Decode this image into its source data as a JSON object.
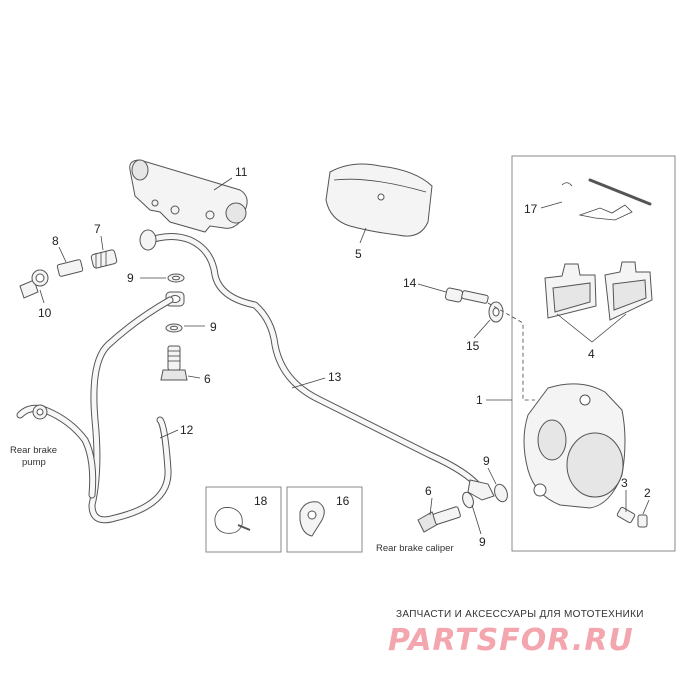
{
  "labels": {
    "n1": "1",
    "n2": "2",
    "n3": "3",
    "n4": "4",
    "n5": "5",
    "n6a": "6",
    "n6b": "6",
    "n7": "7",
    "n8": "8",
    "n9a": "9",
    "n9b": "9",
    "n9c": "9",
    "n9d": "9",
    "n10": "10",
    "n11": "11",
    "n12": "12",
    "n13": "13",
    "n14": "14",
    "n15": "15",
    "n16": "16",
    "n17": "17",
    "n18": "18"
  },
  "captions": {
    "rear_brake_pump_line1": "Rear brake",
    "rear_brake_pump_line2": "pump",
    "rear_brake_caliper": "Rear brake caliper"
  },
  "watermark": {
    "tagline": "ЗАПЧАСТИ И АКСЕССУАРЫ ДЛЯ МОТОТЕХНИКИ",
    "logo": "PARTSFOR.RU"
  },
  "colors": {
    "line": "#555555",
    "watermark_logo": "#f3a6ae"
  }
}
